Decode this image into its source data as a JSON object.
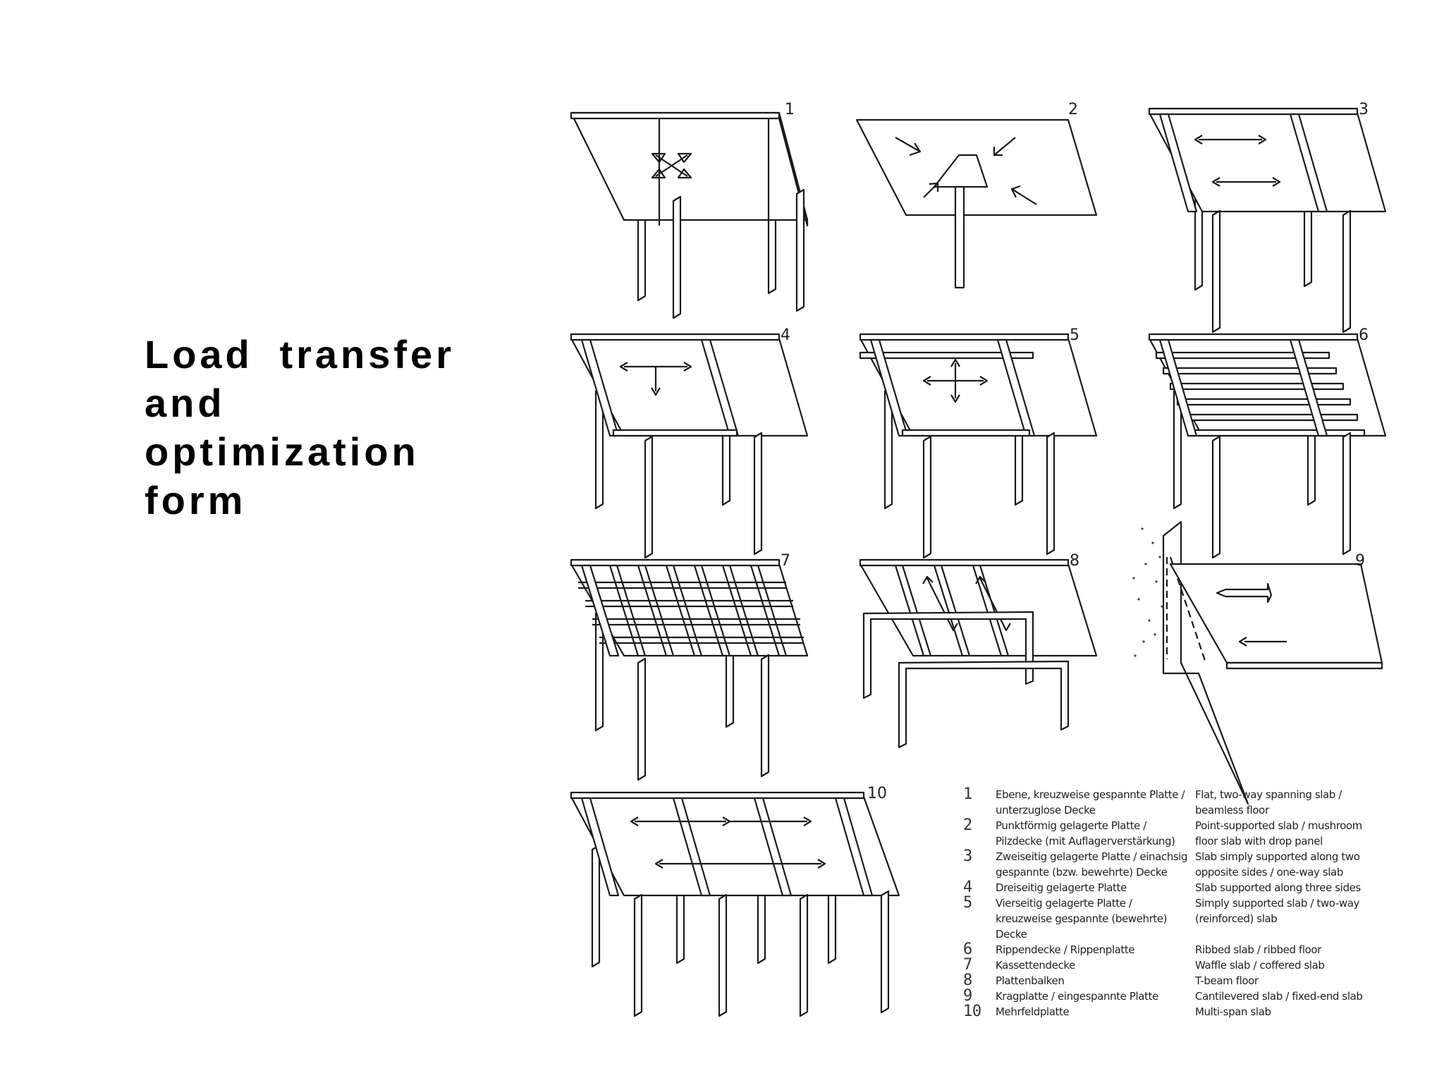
{
  "slide": {
    "title": "Load transfer and optimization form"
  },
  "diagram": {
    "panel_numbers": [
      "1",
      "2",
      "3",
      "4",
      "5",
      "6",
      "7",
      "8",
      "9",
      "10"
    ]
  },
  "legend": [
    {
      "num": "1",
      "de": "Ebene, kreuzweise gespannte Platte / unterzuglose Decke",
      "en": "Flat, two-way spanning slab / beamless floor"
    },
    {
      "num": "2",
      "de": "Punktförmig gelagerte Platte / Pilzdecke (mit Auflagerverstärkung)",
      "en": "Point-supported slab / mushroom floor slab with drop panel"
    },
    {
      "num": "3",
      "de": "Zweiseitig gelagerte Platte / einachsig gespannte (bzw. bewehrte) Decke",
      "en": "Slab simply supported along two opposite sides / one-way slab"
    },
    {
      "num": "4",
      "de": "Dreiseitig gelagerte Platte",
      "en": "Slab supported along three sides"
    },
    {
      "num": "5",
      "de": "Vierseitig gelagerte Platte / kreuzweise gespannte (bewehrte) Decke",
      "en": "Simply supported slab / two-way (reinforced) slab"
    },
    {
      "num": "6",
      "de": "Rippendecke / Rippenplatte",
      "en": "Ribbed slab / ribbed floor"
    },
    {
      "num": "7",
      "de": "Kassettendecke",
      "en": "Waffle slab / coffered slab"
    },
    {
      "num": "8",
      "de": "Plattenbalken",
      "en": "T-beam floor"
    },
    {
      "num": "9",
      "de": "Kragplatte / eingespannte Platte",
      "en": "Cantilevered slab / fixed-end slab"
    },
    {
      "num": "10",
      "de": "Mehrfeldplatte",
      "en": "Multi-span slab"
    }
  ]
}
